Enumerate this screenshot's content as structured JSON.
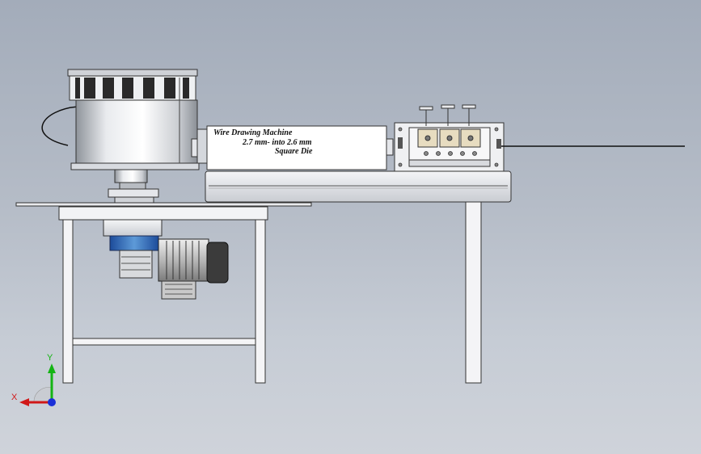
{
  "label_panel": {
    "line1": "Wire Drawing Machine",
    "line2": "2.7 mm- into 2.6 mm",
    "line3": "Square Die"
  },
  "triad": {
    "x_label": "X",
    "y_label": "Y",
    "x_color": "#d01818",
    "y_color": "#14b414",
    "z_color": "#1a2fd8"
  }
}
